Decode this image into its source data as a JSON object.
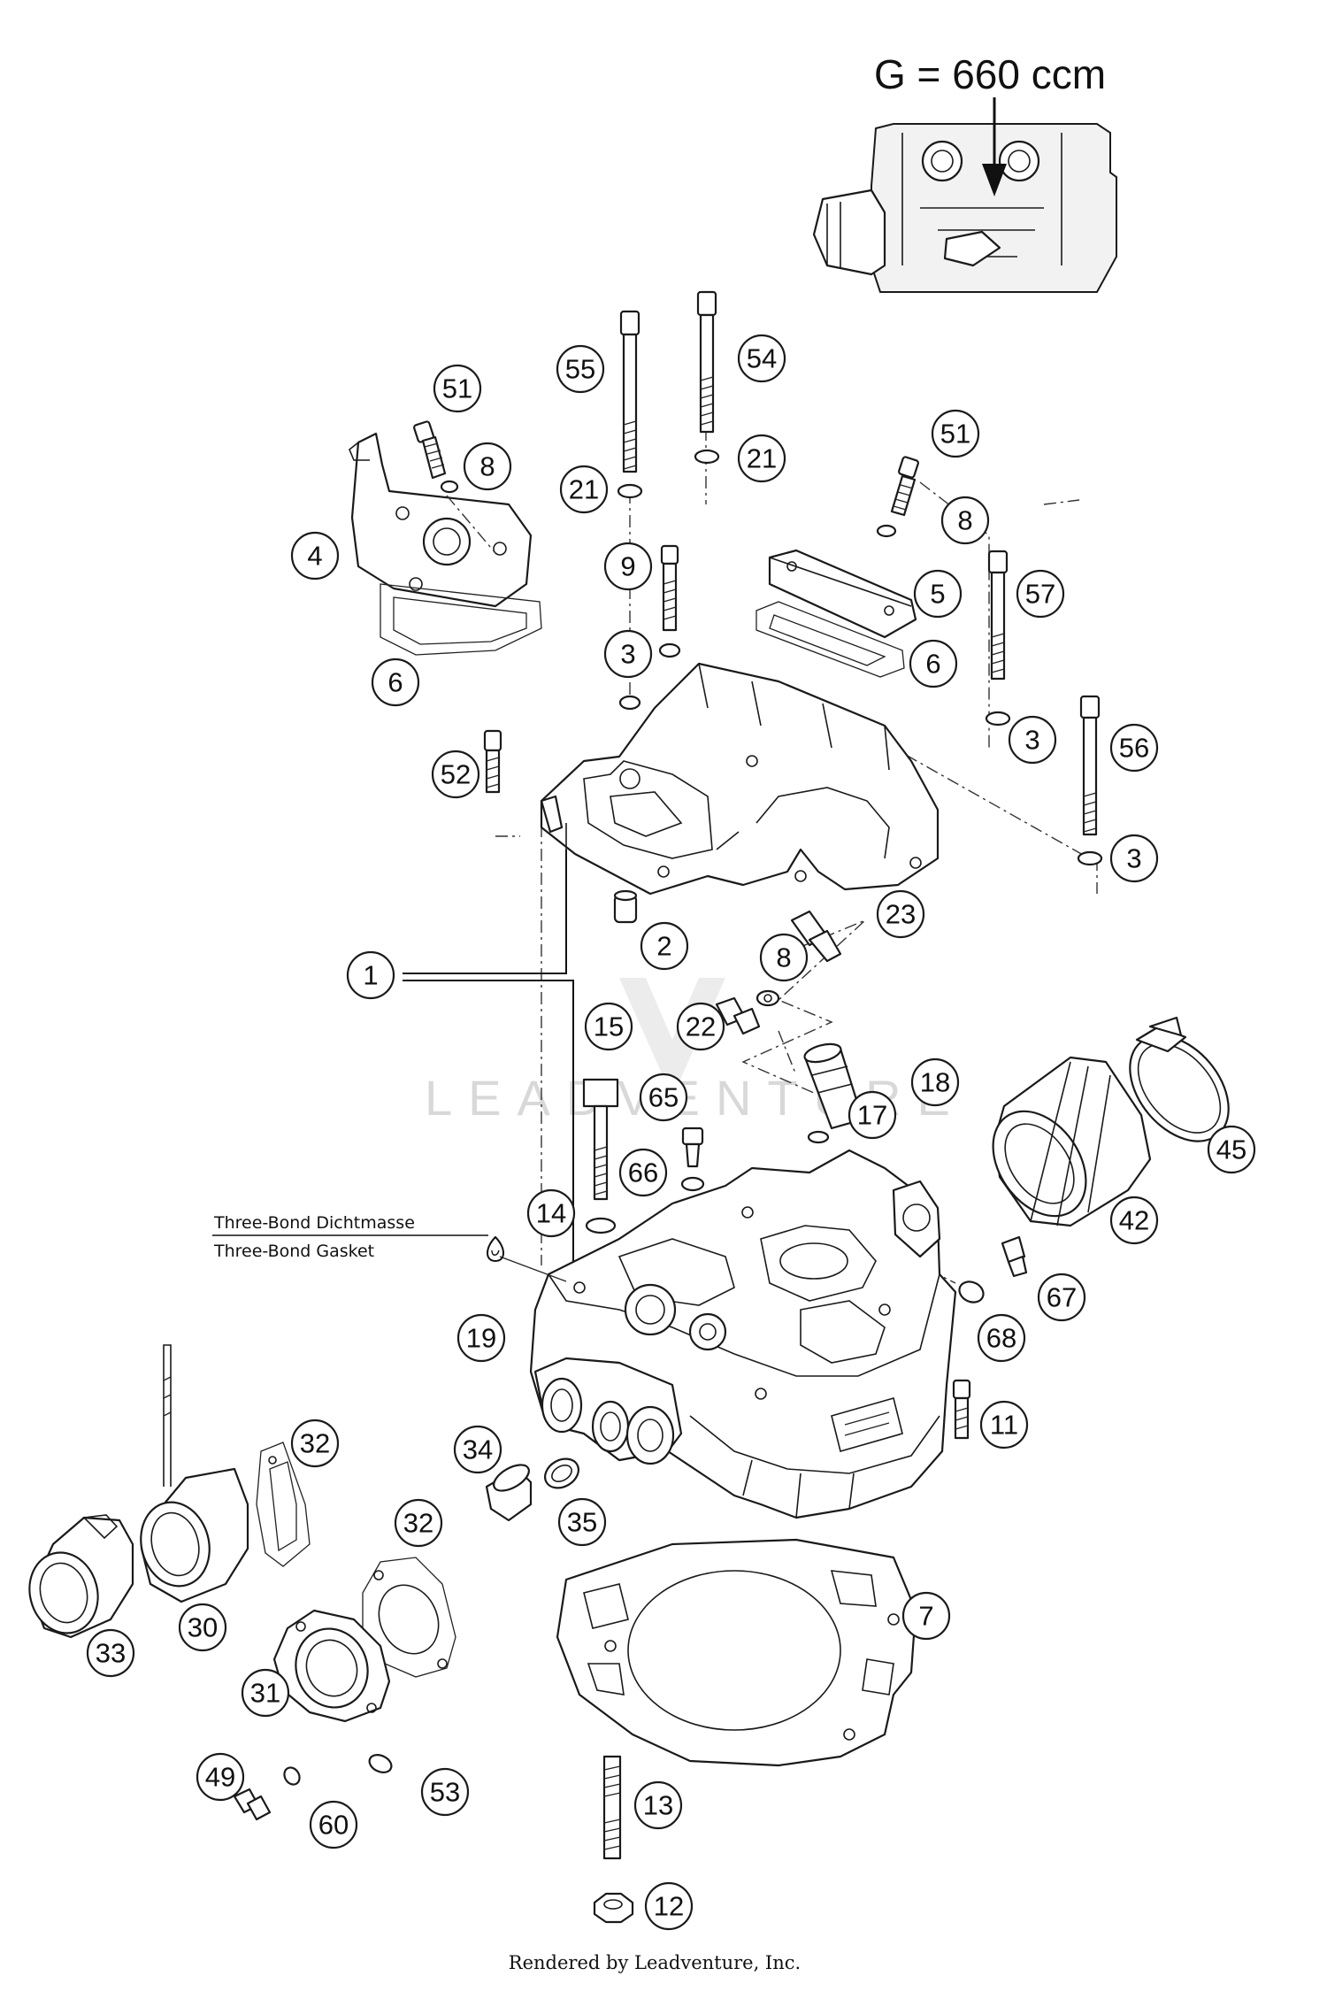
{
  "header": {
    "variant_label": "G = 660 ccm"
  },
  "notes": {
    "sealant_de": "Three-Bond Dichtmasse",
    "sealant_en": "Three-Bond Gasket"
  },
  "watermark": {
    "text": "LEADVENTURE"
  },
  "footer": {
    "credit": "Rendered by Leadventure, Inc."
  },
  "callouts": [
    "51",
    "8",
    "4",
    "6",
    "55",
    "21",
    "9",
    "3",
    "54",
    "21",
    "51",
    "8",
    "5",
    "6",
    "57",
    "3",
    "56",
    "3",
    "52",
    "1",
    "2",
    "23",
    "8",
    "22",
    "15",
    "18",
    "65",
    "17",
    "66",
    "14",
    "19",
    "45",
    "42",
    "67",
    "68",
    "11",
    "34",
    "35",
    "32",
    "32",
    "33",
    "30",
    "31",
    "7",
    "49",
    "60",
    "53",
    "13",
    "12"
  ]
}
